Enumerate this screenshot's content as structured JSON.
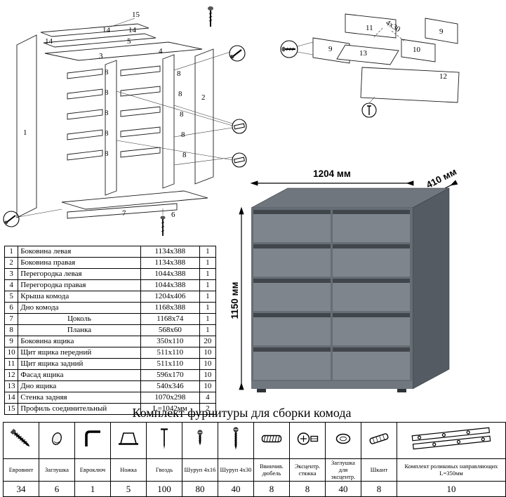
{
  "sheet": {
    "background": "#ffffff"
  },
  "cabinet_diagram": {
    "labels": {
      "p15": "15",
      "p14a": "14",
      "p14b": "14",
      "p14c": "14",
      "p5": "5",
      "p8a": "8",
      "p8b": "8",
      "p8c": "8",
      "p8d": "8",
      "p8e": "8",
      "p8f": "8",
      "p8g": "8",
      "p8h": "8",
      "p8i": "8",
      "p8j": "8",
      "p1": "1",
      "p2": "2",
      "p3": "3",
      "p4": "4",
      "p7": "7",
      "p6": "6"
    }
  },
  "drawer_diagram": {
    "labels": {
      "p11": "11",
      "p9a": "9",
      "p9b": "9",
      "p13": "13",
      "p10": "10",
      "p12": "12"
    },
    "screw_note": "4x30"
  },
  "product": {
    "width_label": "1204 мм",
    "depth_label": "410 мм",
    "height_label": "1150 мм",
    "colors": {
      "top": "#6f767d",
      "side": "#545b62",
      "front_frame": "#666d74",
      "drawer": "#7e858c",
      "groove": "#41464c",
      "plinth": "#70777e",
      "leg": "#2d3237"
    }
  },
  "parts_table": {
    "rows": [
      {
        "num": "1",
        "name": "Боковина левая",
        "size": "1134x388",
        "qty": "1"
      },
      {
        "num": "2",
        "name": "Боковина правая",
        "size": "1134x388",
        "qty": "1"
      },
      {
        "num": "3",
        "name": "Перегородка левая",
        "size": "1044x388",
        "qty": "1"
      },
      {
        "num": "4",
        "name": "Перегородка правая",
        "size": "1044x388",
        "qty": "1"
      },
      {
        "num": "5",
        "name": "Крыша комода",
        "size": "1204x406",
        "qty": "1"
      },
      {
        "num": "6",
        "name": "Дно комода",
        "size": "1168x388",
        "qty": "1"
      },
      {
        "num": "7",
        "name": "Цоколь",
        "size": "1168x74",
        "qty": "1",
        "center": true
      },
      {
        "num": "8",
        "name": "Планка",
        "size": "568x60",
        "qty": "1",
        "center": true
      },
      {
        "num": "9",
        "name": "Боковина ящика",
        "size": "350x110",
        "qty": "20"
      },
      {
        "num": "10",
        "name": "Щит ящика передний",
        "size": "511x110",
        "qty": "10"
      },
      {
        "num": "11",
        "name": "Щит ящика задний",
        "size": "511x110",
        "qty": "10"
      },
      {
        "num": "12",
        "name": "Фасад ящика",
        "size": "596x170",
        "qty": "10"
      },
      {
        "num": "13",
        "name": "Дно ящика",
        "size": "540x346",
        "qty": "10"
      },
      {
        "num": "14",
        "name": "Стенка задняя",
        "size": "1070x298",
        "qty": "4"
      },
      {
        "num": "15",
        "name": "Профиль соединительный",
        "size": "L=1042мм",
        "qty": "2"
      }
    ]
  },
  "hardware": {
    "title": "Комплект фурнитуры для сборки комода",
    "items": [
      {
        "icon": "confirmat-screw",
        "name": "Евровинт",
        "qty": "34"
      },
      {
        "icon": "plug-cap",
        "name": "Заглушка",
        "qty": "6"
      },
      {
        "icon": "hex-key",
        "name": "Евроключ",
        "qty": "1"
      },
      {
        "icon": "furniture-foot",
        "name": "Ножка",
        "qty": "5"
      },
      {
        "icon": "nail",
        "name": "Гвоздь",
        "qty": "100"
      },
      {
        "icon": "screw-small",
        "name": "Шуруп 4x16",
        "qty": "80"
      },
      {
        "icon": "screw-long",
        "name": "Шуруп 4x30",
        "qty": "40"
      },
      {
        "icon": "threaded-dowel",
        "name": "Ввинчив. дюбель",
        "qty": "8"
      },
      {
        "icon": "cam-lock",
        "name": "Эксцентр. стяжка",
        "qty": "8"
      },
      {
        "icon": "cam-cap",
        "name": "Заглушка для эксцентр.",
        "qty": "40"
      },
      {
        "icon": "wood-dowel",
        "name": "Шкант",
        "qty": "8"
      },
      {
        "icon": "drawer-slides",
        "name": "Комплект роликовых направляющих L=350мм",
        "qty": "10"
      }
    ]
  }
}
